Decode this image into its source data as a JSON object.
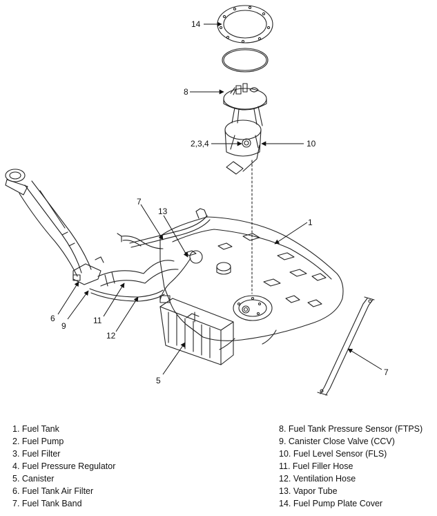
{
  "callouts": {
    "c1": "1",
    "c234": "2,3,4",
    "c5": "5",
    "c6": "6",
    "c7a": "7",
    "c7b": "7",
    "c8": "8",
    "c9": "9",
    "c10": "10",
    "c11": "11",
    "c12": "12",
    "c13": "13",
    "c14": "14"
  },
  "legend_left": [
    "1. Fuel Tank",
    "2. Fuel Pump",
    "3. Fuel Filter",
    "4. Fuel Pressure Regulator",
    "5. Canister",
    "6. Fuel Tank Air Filter",
    "7. Fuel Tank Band"
  ],
  "legend_right": [
    "8. Fuel Tank Pressure Sensor (FTPS)",
    "9. Canister Close Valve (CCV)",
    "10. Fuel Level Sensor (FLS)",
    "11. Fuel Filler Hose",
    "12. Ventilation Hose",
    "13. Vapor Tube",
    "14. Fuel Pump Plate Cover"
  ]
}
